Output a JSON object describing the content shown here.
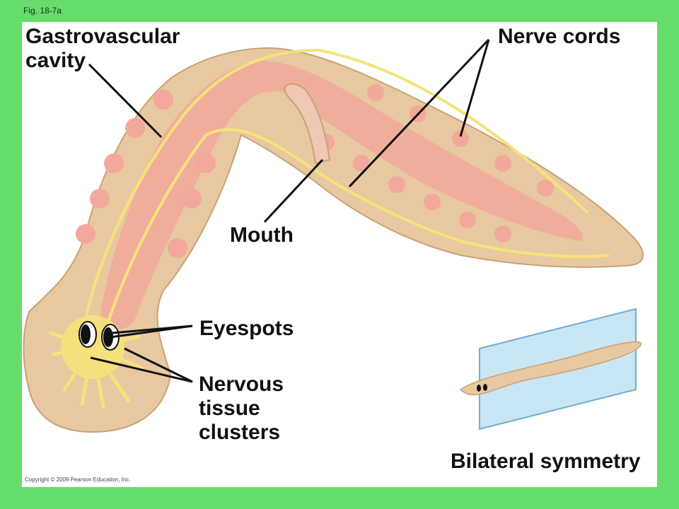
{
  "figure_number": "Fig. 18-7a",
  "labels": {
    "gastrovascular_cavity": "Gastrovascular\ncavity",
    "nerve_cords": "Nerve cords",
    "mouth": "Mouth",
    "eyespots": "Eyespots",
    "nervous_tissue_clusters": "Nervous\ntissue\nclusters",
    "bilateral_symmetry": "Bilateral symmetry"
  },
  "copyright": "Copyright © 2009 Pearson Education, Inc.",
  "colors": {
    "background_green": "#66dd6a",
    "body_tan": "#e8c8a0",
    "gut_pink": "#f2a89a",
    "nerve_yellow": "#f5e27a",
    "plane_blue": "#bfe2f3"
  }
}
